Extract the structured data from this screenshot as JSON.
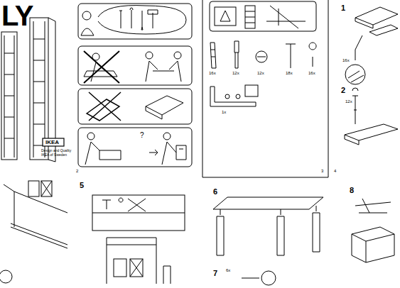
{
  "diagram": {
    "title": "LY",
    "labels": [
      "IKEA",
      "Design and Quality",
      "IKEA of Sweden",
      "2",
      "3",
      "4",
      "1",
      "2",
      "5",
      "6",
      "7",
      "8",
      "16x",
      "12x",
      "12x",
      "18x",
      "16x",
      "1x",
      "16x",
      "12x",
      "6x",
      "?"
    ]
  }
}
